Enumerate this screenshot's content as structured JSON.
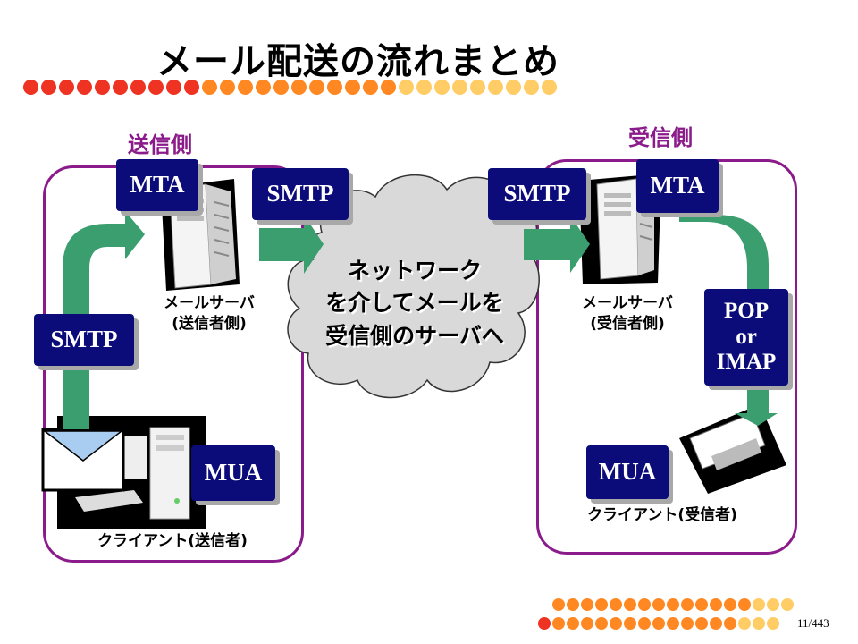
{
  "title": "メール配送の流れまとめ",
  "sender": {
    "label": "送信側",
    "mta": "MTA",
    "smtp_out": "SMTP",
    "smtp_client": "SMTP",
    "mua": "MUA",
    "server_caption_line1": "メールサーバ",
    "server_caption_line2": "(送信者側)",
    "client_caption": "クライアント(送信者)"
  },
  "network": {
    "line1": "ネットワーク",
    "line2": "を介してメールを",
    "line3": "受信側のサーバへ"
  },
  "receiver": {
    "label": "受信側",
    "smtp_in": "SMTP",
    "mta": "MTA",
    "pop_line1": "POP",
    "pop_line2": "or",
    "pop_line3": "IMAP",
    "mua": "MUA",
    "server_caption_line1": "メールサーバ",
    "server_caption_line2": "(受信者側)",
    "client_caption": "クライアント(受信者)"
  },
  "page_number": "11/443",
  "colors": {
    "accent_purple": "#8b1a8b",
    "badge_navy": "#0b0b7a",
    "arrow_green": "#3a9e6e",
    "dot_red": "#ee3322",
    "dot_orange": "#ff8822",
    "dot_yellow": "#ffcc66",
    "cloud_gray": "#d9d9d9"
  }
}
